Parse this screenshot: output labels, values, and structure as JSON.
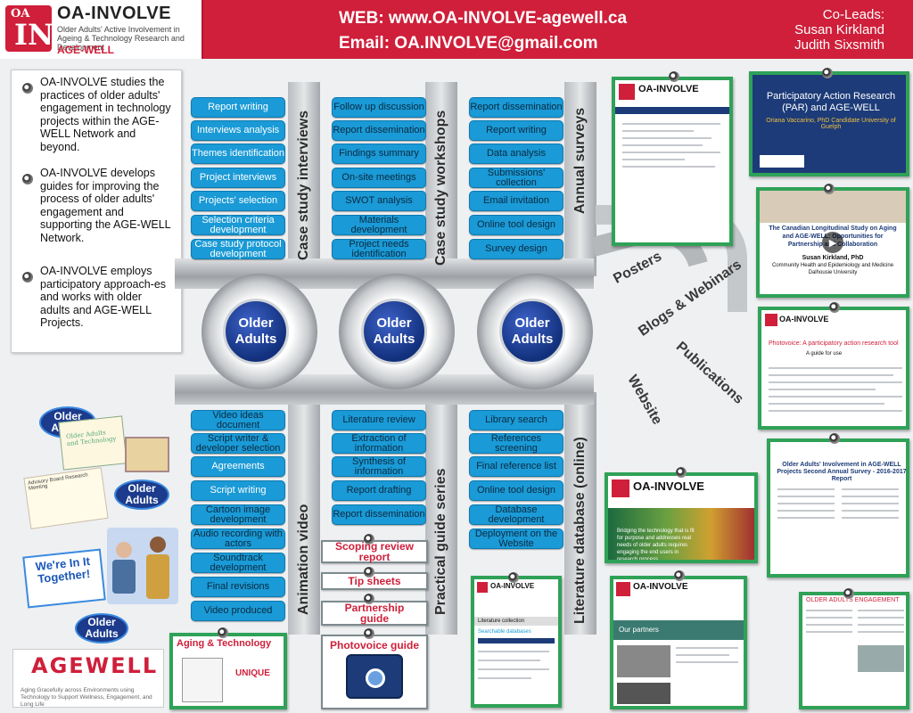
{
  "header": {
    "logo_title": "OA-INVOLVE",
    "logo_subtitle": "Older Adults' Active Involvement in Ageing & Technology Research and Development",
    "logo_org": "AGE-WELL",
    "web": "WEB: www.OA-INVOLVE-agewell.ca",
    "email": "Email: OA.INVOLVE@gmail.com",
    "coleads_title": "Co-Leads:",
    "colead_1": "Susan Kirkland",
    "colead_2": "Judith Sixsmith"
  },
  "intro": [
    "OA-INVOLVE studies the practices of older adults' engagement in technology projects within the AGE-WELL Network and beyond.",
    "OA-INVOLVE develops guides for improving the process of older adults' engagement and supporting the AGE-WELL Network.",
    "OA-INVOLVE employs participatory approach-es and works with older adults and AGE-WELL Projects."
  ],
  "center_label": "Older Adults",
  "columns": {
    "case_study_interviews": {
      "label": "Case study interviews",
      "items": [
        "Report writing",
        "Interviews analysis",
        "Themes identification",
        "Project interviews",
        "Projects' selection",
        "Selection criteria development",
        "Case study protocol development"
      ]
    },
    "case_study_workshops": {
      "label": "Case study workshops",
      "items": [
        "Follow up discussion",
        "Report dissemination",
        "Findings summary",
        "On-site meetings",
        "SWOT analysis",
        "Materials development",
        "Project needs identification"
      ]
    },
    "annual_surveys": {
      "label": "Annual surveys",
      "items": [
        "Report dissemination",
        "Report writing",
        "Data analysis",
        "Submissions' collection",
        "Email invitation",
        "Online tool design",
        "Survey design"
      ]
    },
    "animation_video": {
      "label": "Animation video",
      "items": [
        "Video ideas document",
        "Script writer & developer selection",
        "Agreements",
        "Script writing",
        "Cartoon image development",
        "Audio recording with actors",
        "Soundtrack development",
        "Final revisions",
        "Video produced"
      ]
    },
    "practical_guide_series": {
      "label": "Practical guide series",
      "items": [
        "Literature review",
        "Extraction of information",
        "Synthesis of information",
        "Report drafting",
        "Report dissemination"
      ]
    },
    "literature_database": {
      "label": "Literature database (online)",
      "items": [
        "Library search",
        "References screening",
        "Final reference list",
        "Online tool design",
        "Database development",
        "Deployment on the Website"
      ]
    }
  },
  "guides": [
    "Scoping review report",
    "Tip sheets",
    "Partnership guide",
    "Photovoice guide"
  ],
  "outputs": [
    "Posters",
    "Blogs & Webinars",
    "Publications",
    "Website"
  ],
  "thumbs": {
    "par_title": "Participatory Action Research (PAR) and AGE-WELL",
    "par_author": "Oriana Vaccarino, PhD Candidate University of Guelph",
    "clsa_title": "The Canadian Longitudinal Study on Aging and AGE-WELL: Opportunities for Partnership and Collaboration",
    "clsa_author": "Susan Kirkland, PhD",
    "clsa_dept": "Community Health and Epidemiology and Medicine",
    "clsa_uni": "Dalhousie University",
    "photovoice_title": "Photovoice: A participatory action research tool",
    "photovoice_sub": "A guide for use",
    "survey_title": "Older Adults' Involvement in AGE-WELL Projects Second Annual Survey - 2016-2017 Report",
    "site_caption": "Bridging the technology that is fit for purpose and addresses real needs of older adults requires engaging the end users in research process.",
    "lit_collection": "Literature collection",
    "searchable": "Searchable databases",
    "partners": "Our partners",
    "aging_tech": "Aging & Technology",
    "unique": "UNIQUE",
    "were_in_it": "We're In It Together!",
    "advisory": "Advisory Board Research Meeting",
    "older_adults_tech": "Older Adults and Technology",
    "older_adults_engagement": "OLDER ADULTS ENGAGEMENT"
  },
  "agewell": {
    "word": "AGEWELL",
    "tagline": "Aging Gracefully across Environments using Technology to Support Wellness, Engagement, and Long Life"
  },
  "colors": {
    "brand_red": "#cf1f3a",
    "pill_blue": "#1a9ad6",
    "navy": "#12307c",
    "thumb_green": "#2fa257"
  }
}
